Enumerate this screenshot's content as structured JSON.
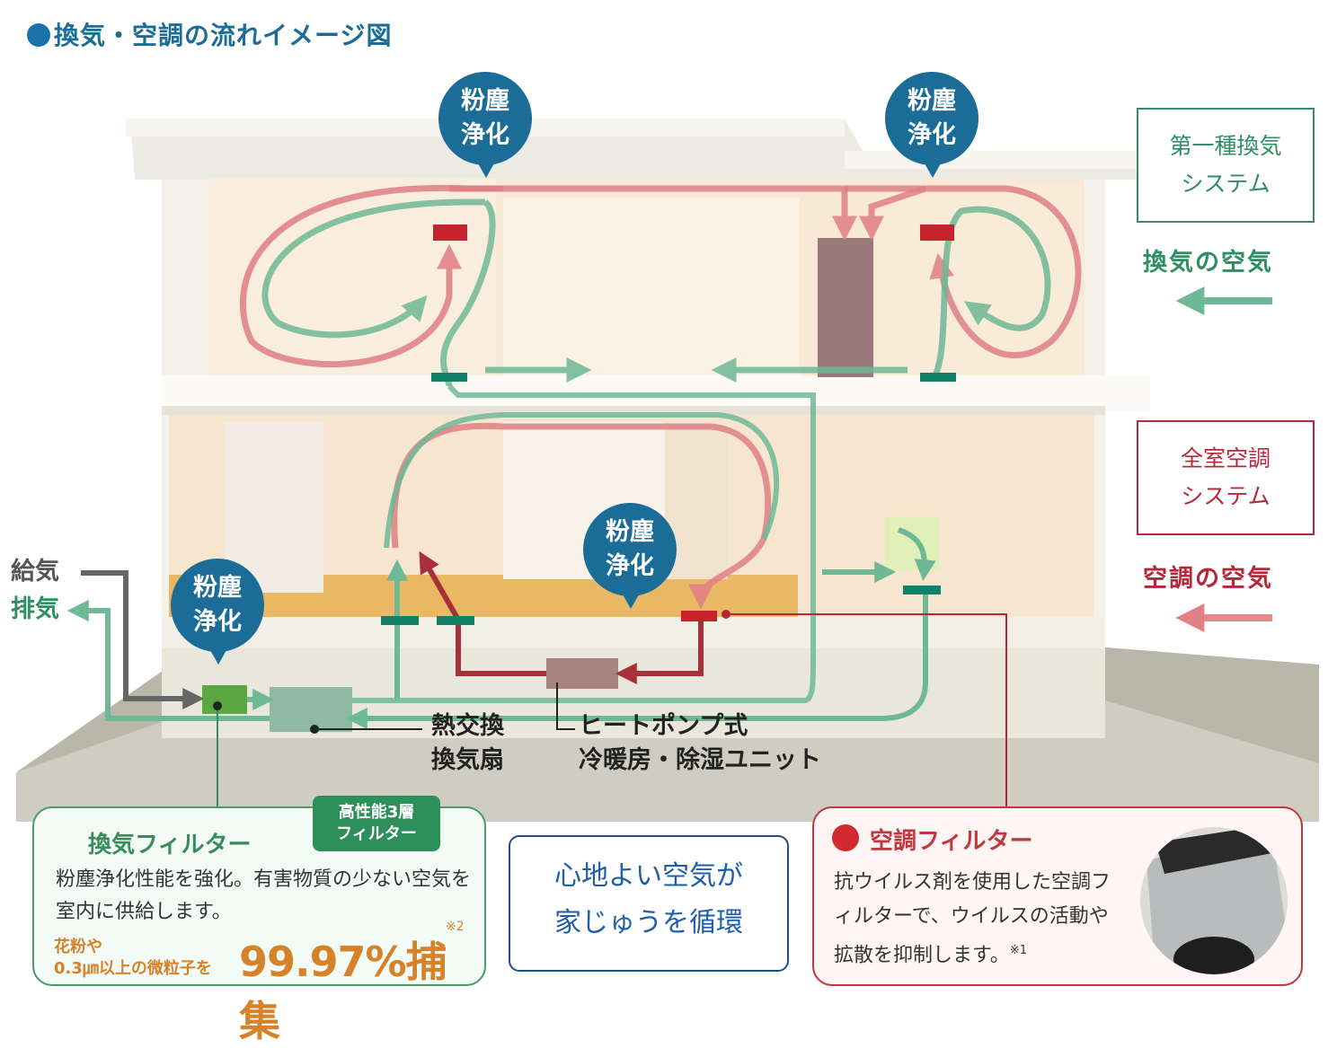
{
  "title": "換気・空調の流れイメージ図",
  "bubbles": {
    "label_line1": "粉塵",
    "label_line2": "浄化"
  },
  "legend": {
    "ventilation_box": [
      "第一種換気",
      "システム"
    ],
    "ventilation_label": "換気の空気",
    "ventilation_color": "#2f8f63",
    "ac_box": [
      "全室空調",
      "システム"
    ],
    "ac_label": "空調の空気",
    "ac_color": "#b5283a"
  },
  "side": {
    "supply": "給気",
    "exhaust": "排気"
  },
  "units": {
    "heat_exchanger": [
      "熱交換",
      "換気扇"
    ],
    "heat_pump": [
      "ヒートポンプ式",
      "冷暖房・除湿ユニット"
    ]
  },
  "vent_panel": {
    "title": "換気フィルター",
    "badge": [
      "高性能3層",
      "フィルター"
    ],
    "body": "粉塵浄化性能を強化。有害物質の少ない空気を室内に供給します。",
    "small1": "花粉や",
    "small2": "0.3㎛以上の微粒子を",
    "big": "99.97%捕集",
    "note": "※2"
  },
  "center_panel": {
    "line1": "心地よい空気が",
    "line2": "家じゅうを循環"
  },
  "ac_panel": {
    "title": "空調フィルター",
    "body": "抗ウイルス剤を使用した空調フィルターで、ウイルスの活動や拡散を抑制します。",
    "note": "※1"
  }
}
